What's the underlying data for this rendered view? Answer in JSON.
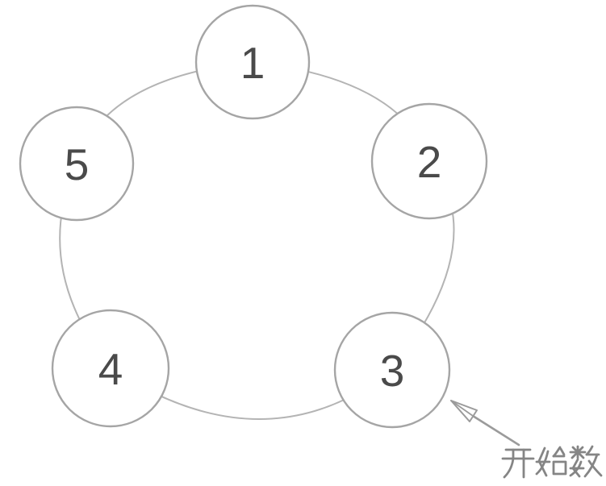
{
  "nodes": [
    {
      "id": 1,
      "label": "1"
    },
    {
      "id": 2,
      "label": "2"
    },
    {
      "id": 3,
      "label": "3"
    },
    {
      "id": 4,
      "label": "4"
    },
    {
      "id": 5,
      "label": "5"
    }
  ],
  "annotation": {
    "label": "开始数",
    "points_to_node": "3"
  },
  "colors": {
    "background": "#ffffff",
    "ring_stroke": "#b4b4b4",
    "node_stroke": "#a5a5a5",
    "node_fill": "#ffffff",
    "node_label": "#4a4a4a",
    "arrow": "#9b9b9b",
    "arrow_head_fill": "#ffffff",
    "annotation_text": "#858585"
  }
}
